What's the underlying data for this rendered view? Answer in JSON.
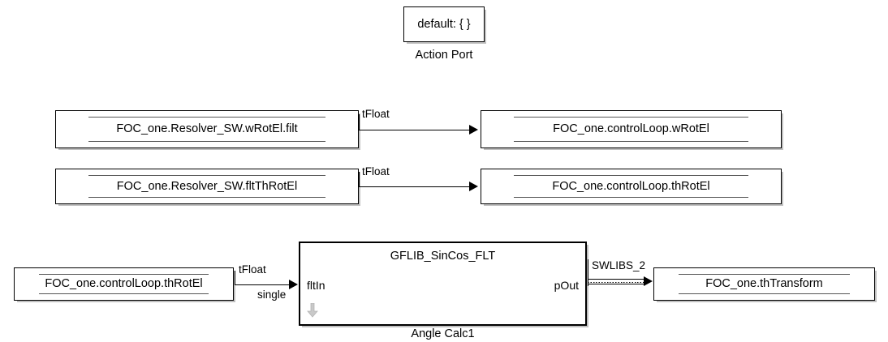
{
  "diagram": {
    "title": "Simulink block diagram",
    "background_color": "#ffffff",
    "line_color": "#000000",
    "block_fill": "#ffffff",
    "accent_gray": "#bdbdbd"
  },
  "action_port": {
    "value_text": "default: { }",
    "caption": "Action Port"
  },
  "rows": [
    {
      "source_label": "FOC_one.Resolver_SW.wRotEl.filt",
      "signal_label": "tFloat",
      "dest_label": "FOC_one.controlLoop.wRotEl"
    },
    {
      "source_label": "FOC_one.Resolver_SW.fltThRotEl",
      "signal_label": "tFloat",
      "dest_label": "FOC_one.controlLoop.thRotEl"
    }
  ],
  "angle_calc": {
    "source_label": "FOC_one.controlLoop.thRotEl",
    "signal_label_top": "tFloat",
    "signal_label_bottom": "single",
    "subsystem_title": "GFLIB_SinCos_FLT",
    "subsystem_caption": "Angle Calc1",
    "input_port": "fltIn",
    "output_port": "pOut",
    "output_signal_label": "SWLIBS_2",
    "dest_label": "FOC_one.thTransform"
  }
}
